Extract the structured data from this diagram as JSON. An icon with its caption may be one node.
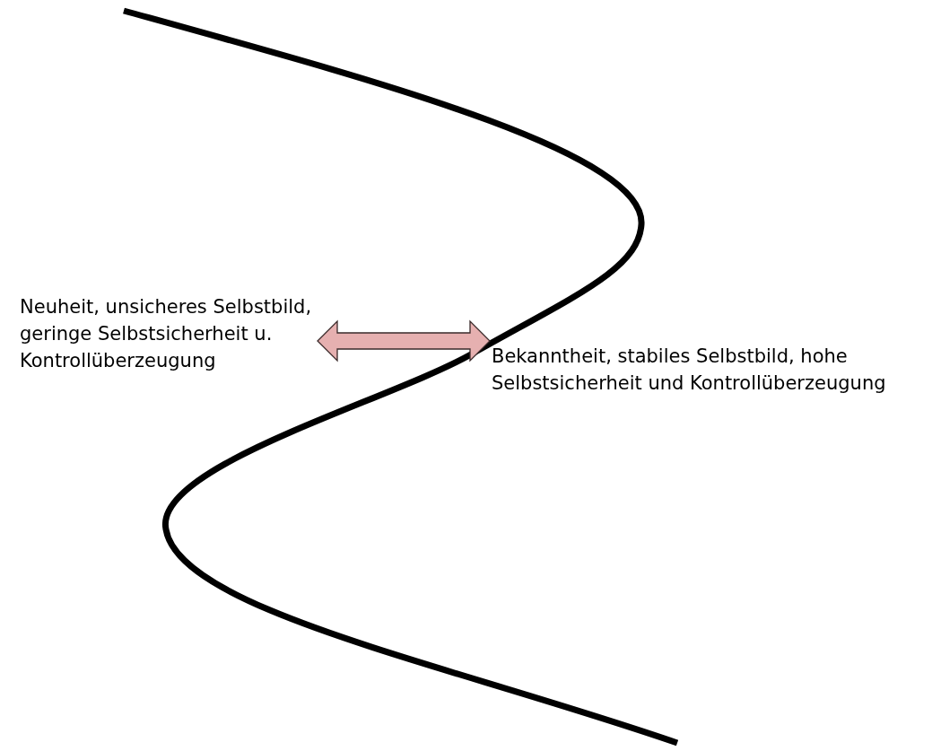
{
  "diagram": {
    "nodes": [
      {
        "text": [
          "Neuheit, unsicheres Selbstbild, geringe Selbstsicherheit u. Kontrollüberzeugung"
        ]
      },
      {
        "text": [
          "Bekanntheit, stabiles Selbstbild, hohe Selbstsicherheit und Kontrollüberzeugung"
        ]
      }
    ],
    "edges": [
      {
        "from": 0,
        "to": 1,
        "arrow": "both"
      }
    ]
  }
}
